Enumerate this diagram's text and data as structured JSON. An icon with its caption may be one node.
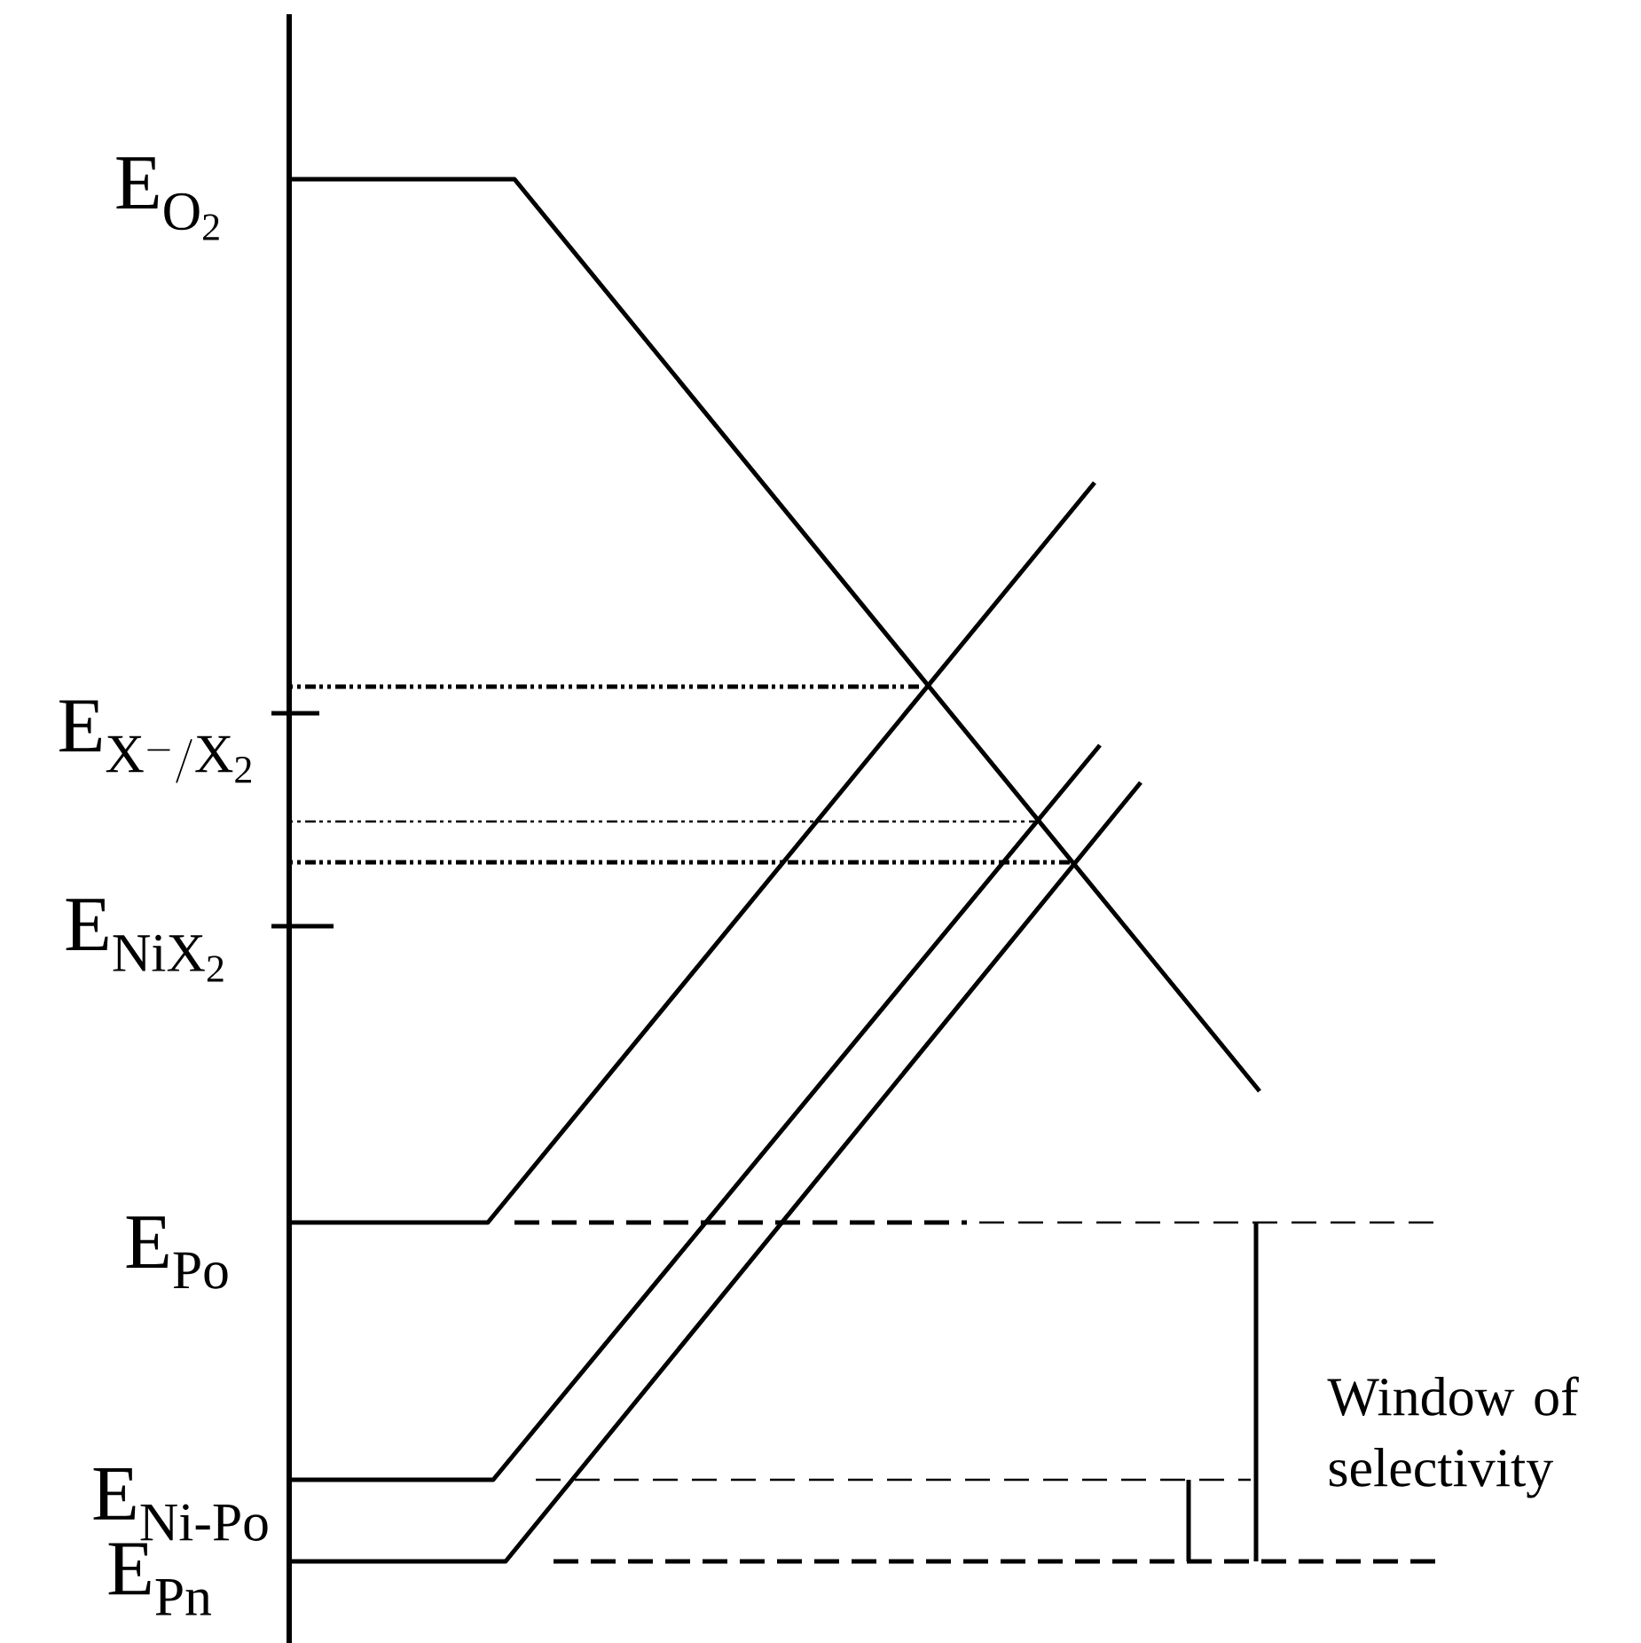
{
  "diagram": {
    "labels": [
      "\\mathrm{E}_{\\mathrm{O_2}}",
      "\\mathrm{E}_{\\mathrm{X^{-}/X_2}}",
      "\\mathrm{E}_{\\mathrm{NiX_2}}",
      "\\mathrm{E}_{\\mathrm{Po}}",
      "\\mathrm{E}_{\\mathrm{Ni\\text{-}Po}}",
      "\\mathrm{E}_{\\mathrm{Pn}}",
      "Window of selectivity"
    ]
  }
}
